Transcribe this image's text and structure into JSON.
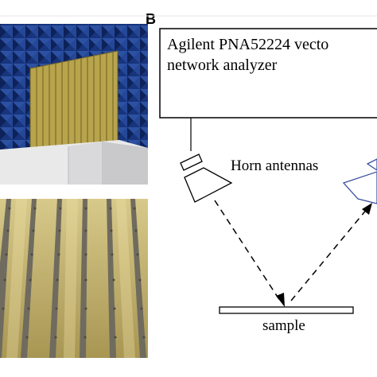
{
  "panel_b": {
    "label": "B",
    "analyzer_line1": "Agilent PNA52224 vecto",
    "analyzer_line2": "network analyzer",
    "antennas_label": "Horn antennas",
    "sample_label": "sample"
  },
  "photos": {
    "top_photo": "anechoic-chamber-metasurface-panel",
    "bottom_photo": "metal-strip-array-closeup"
  },
  "colors": {
    "chamber_blue": "#1c3d8f",
    "panel_gold": "#b9a64f",
    "strip_gold": "#bfa95c",
    "gap_gray": "#6f6b5e",
    "right_antenna_blue": "#3a4fa0"
  }
}
